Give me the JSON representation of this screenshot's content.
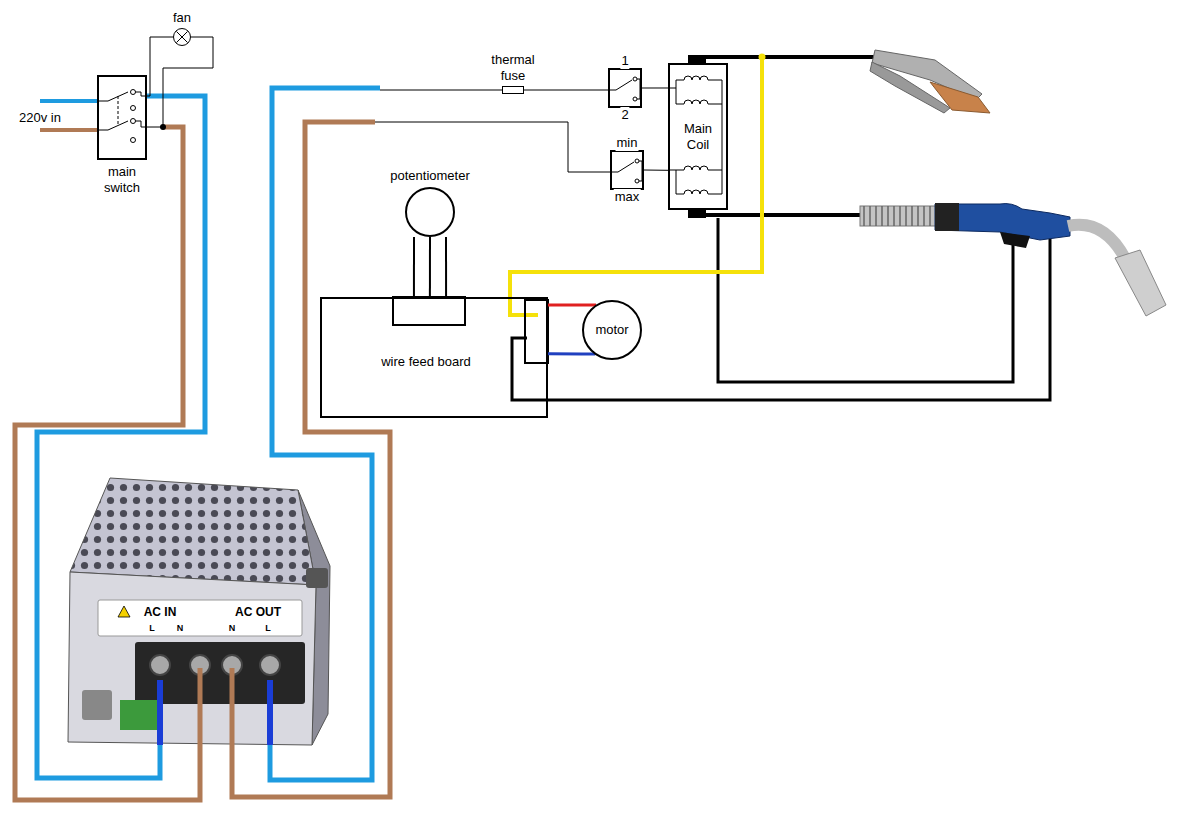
{
  "diagram": {
    "nodes": [
      {
        "text": [
          "main switch"
        ]
      },
      {
        "text": [
          "fan"
        ]
      },
      {
        "text": [
          "thermal fuse"
        ]
      },
      {
        "text": [
          "1",
          "2"
        ]
      },
      {
        "text": [
          "min",
          "max"
        ]
      },
      {
        "text": [
          "Main Coil"
        ]
      },
      {
        "text": [
          "potentiometer"
        ]
      },
      {
        "text": [
          "wire feed board"
        ]
      },
      {
        "text": [
          "motor"
        ]
      }
    ],
    "edges": [
      {
        "from": 1,
        "to": 0,
        "arrow": "none"
      },
      {
        "from": 1,
        "to": 0,
        "arrow": "none"
      },
      {
        "from": 2,
        "to": 3,
        "arrow": "none"
      },
      {
        "from": 3,
        "to": 5,
        "arrow": "none"
      },
      {
        "from": 4,
        "to": 5,
        "arrow": "none"
      },
      {
        "from": 6,
        "to": 7,
        "arrow": "none"
      },
      {
        "from": 6,
        "to": 7,
        "arrow": "none"
      },
      {
        "from": 6,
        "to": 7,
        "arrow": "none"
      },
      {
        "from": 8,
        "to": 7,
        "arrow": "none"
      },
      {
        "from": 8,
        "to": 7,
        "arrow": "none"
      }
    ],
    "labels": [
      "220v in",
      "AC IN",
      "AC OUT",
      "L",
      "N",
      "N",
      "L"
    ]
  }
}
